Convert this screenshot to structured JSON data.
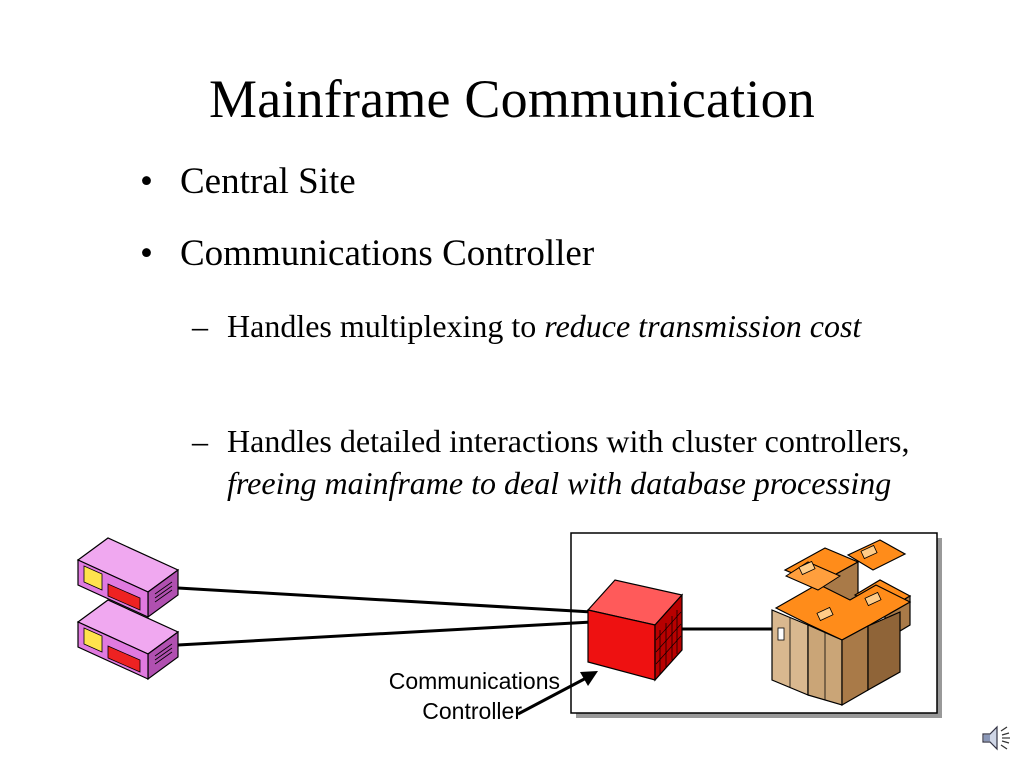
{
  "slide": {
    "title": "Mainframe Communication",
    "bullets": [
      {
        "text": "Central Site"
      },
      {
        "text": "Communications Controller"
      }
    ],
    "sub_bullets": [
      {
        "dash": "–",
        "text_plain": "Handles multiplexing to ",
        "text_italic": "reduce transmission cost"
      },
      {
        "dash": "–",
        "text_plain": "Handles detailed interactions with cluster controllers, ",
        "text_italic": "freeing mainframe to deal with database processing"
      }
    ]
  },
  "diagram": {
    "controller_label_line1": "Communications",
    "controller_label_line2": "Controller",
    "colors": {
      "cluster_controller": "#e07ae0",
      "communications_controller": "#ee1111",
      "mainframe_top": "#ff8c1a",
      "mainframe_body": "#d9b88f",
      "box_shadow": "#999999"
    },
    "icons": {
      "cluster_controller": "cluster-controller-icon",
      "communications_controller": "communications-controller-icon",
      "mainframe": "mainframe-icon",
      "audio": "speaker-icon"
    }
  }
}
